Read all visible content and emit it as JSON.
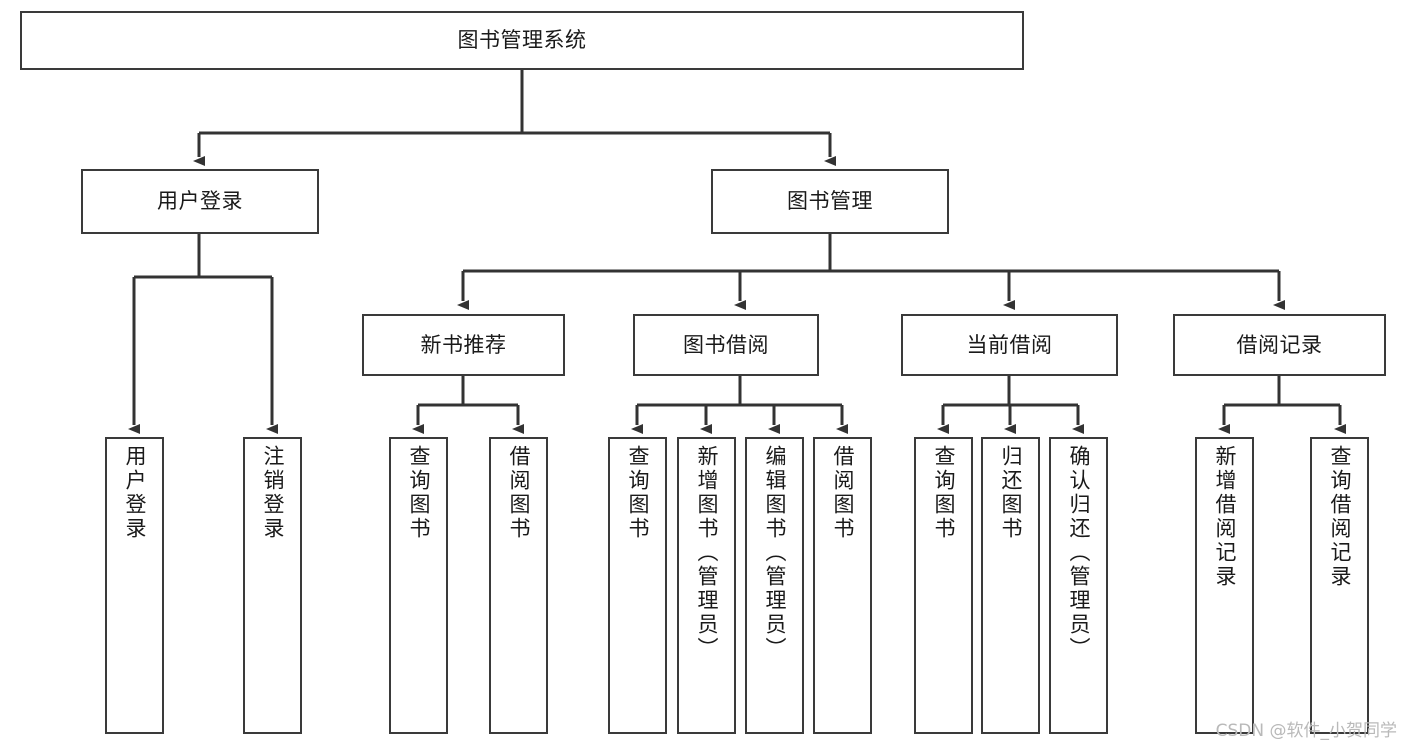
{
  "diagram": {
    "title": "图书管理系统",
    "type": "hierarchy-tree",
    "watermark": "CSDN @软件_小贺同学",
    "colors": {
      "box_border": "#3a3a3a",
      "box_fill": "#ffffff",
      "connector": "#333333",
      "text": "#1a1a1a",
      "watermark": "#b9b9b9"
    },
    "nodes": {
      "root": {
        "label": "图书管理系统"
      },
      "level2": [
        {
          "label": "用户登录"
        },
        {
          "label": "图书管理"
        }
      ],
      "level3": [
        {
          "label": "新书推荐"
        },
        {
          "label": "图书借阅"
        },
        {
          "label": "当前借阅"
        },
        {
          "label": "借阅记录"
        }
      ],
      "leaves": {
        "user_login": [
          {
            "label": "用户登录"
          },
          {
            "label": "注销登录"
          }
        ],
        "new_book_recommend": [
          {
            "label": "查询图书"
          },
          {
            "label": "借阅图书"
          }
        ],
        "book_borrow": [
          {
            "label": "查询图书"
          },
          {
            "label": "新增图书（管理员）"
          },
          {
            "label": "编辑图书（管理员）"
          },
          {
            "label": "借阅图书"
          }
        ],
        "current_borrow": [
          {
            "label": "查询图书"
          },
          {
            "label": "归还图书"
          },
          {
            "label": "确认归还（管理员）"
          }
        ],
        "borrow_record": [
          {
            "label": "新增借阅记录"
          },
          {
            "label": "查询借阅记录"
          }
        ]
      }
    }
  }
}
